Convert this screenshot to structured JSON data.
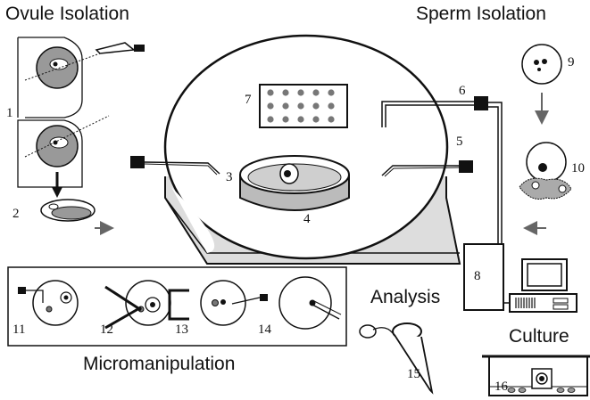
{
  "sections": {
    "ovule": "Ovule Isolation",
    "sperm": "Sperm Isolation",
    "analysis": "Analysis",
    "culture": "Culture",
    "micro": "Micromanipulation"
  },
  "numbers": [
    "1",
    "2",
    "3",
    "4",
    "5",
    "6",
    "7",
    "8",
    "9",
    "10",
    "11",
    "12",
    "13",
    "14",
    "15",
    "16"
  ],
  "colors": {
    "ink": "#111111",
    "fill": "#9a9a9a",
    "dark": "#000000"
  }
}
